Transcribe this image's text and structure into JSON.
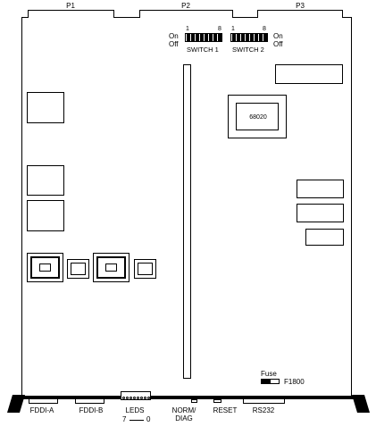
{
  "connectors": {
    "p1": "P1",
    "p2": "P2",
    "p3": "P3"
  },
  "switches": {
    "on": "On",
    "off": "Off",
    "switch1": {
      "label": "SWITCH 1",
      "pos_first": "1",
      "pos_last": "8"
    },
    "switch2": {
      "label": "SWITCH 2",
      "pos_first": "1",
      "pos_last": "8"
    }
  },
  "processor": {
    "label": "68020"
  },
  "fuse": {
    "label": "Fuse",
    "id": "F1800"
  },
  "bottom_labels": {
    "fddi_a": "FDDI-A",
    "fddi_b": "FDDI-B",
    "leds": "LEDS",
    "leds_range_start": "7",
    "leds_range_end": "0",
    "norm_diag": "NORM/\nDIAG",
    "reset": "RESET",
    "rs232": "RS232"
  }
}
